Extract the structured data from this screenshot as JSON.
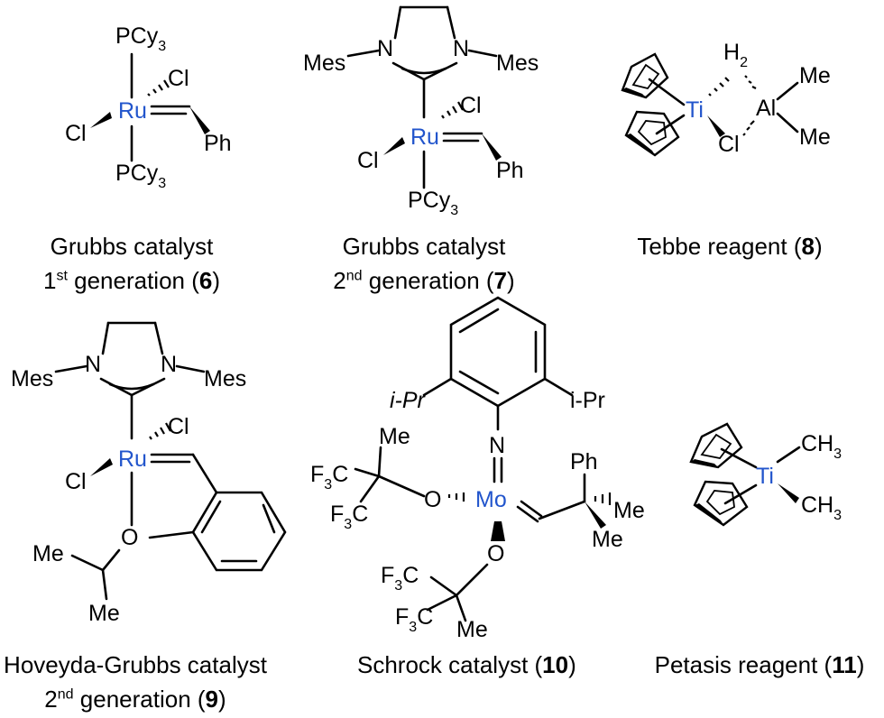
{
  "structures": {
    "grubbs1": {
      "pcy3_top": "PCy",
      "pcy3_sub": "3",
      "cl_a": "Cl",
      "metal": "Ru",
      "cl_b": "Cl",
      "ph": "Ph",
      "pcy3_bottom": "PCy",
      "pcy3_bottom_sub": "3"
    },
    "grubbs2": {
      "n1": "N",
      "n2": "N",
      "mes1": "Mes",
      "mes2": "Mes",
      "metal": "Ru",
      "cl_a": "Cl",
      "cl_b": "Cl",
      "ph": "Ph",
      "pcy3": "PCy",
      "pcy3_sub": "3"
    },
    "tebbe": {
      "h2": "H",
      "h2_sub": "2",
      "metal": "Ti",
      "al": "Al",
      "me1": "Me",
      "me2": "Me",
      "cl": "Cl"
    },
    "hoveyda": {
      "n1": "N",
      "n2": "N",
      "mes1": "Mes",
      "mes2": "Mes",
      "metal": "Ru",
      "cl_a": "Cl",
      "cl_b": "Cl",
      "o": "O",
      "me1": "Me",
      "me2": "Me"
    },
    "schrock": {
      "ipr1": "i-Pr",
      "ipr2": "i-Pr",
      "n": "N",
      "metal": "Mo",
      "o1": "O",
      "o2": "O",
      "me_top": "Me",
      "f3c1": "F",
      "f3c1_sub": "3",
      "f3c1_c": "C",
      "f3c2": "F",
      "f3c2_sub": "3",
      "f3c2_c": "C",
      "f3c3": "F",
      "f3c3_sub": "3",
      "f3c3_c": "C",
      "f3c4": "F",
      "f3c4_sub": "3",
      "f3c4_c": "C",
      "me_bottom": "Me",
      "ph": "Ph",
      "me_r1": "Me",
      "me_r2": "Me"
    },
    "petasis": {
      "metal": "Ti",
      "ch3_1": "CH",
      "ch3_1_sub": "3",
      "ch3_2": "CH",
      "ch3_2_sub": "3"
    }
  },
  "captions": {
    "grubbs1": {
      "line1": "Grubbs catalyst",
      "pre": "1",
      "sup": "st",
      "mid": " generation (",
      "num": "6",
      "post": ")"
    },
    "grubbs2": {
      "line1": "Grubbs catalyst",
      "pre": "2",
      "sup": "nd",
      "mid": " generation (",
      "num": "7",
      "post": ")"
    },
    "tebbe": {
      "line1": "Tebbe reagent (",
      "num": "8",
      "post": ")"
    },
    "hoveyda": {
      "line1": "Hoveyda-Grubbs catalyst",
      "pre": "2",
      "sup": "nd",
      "mid": " generation (",
      "num": "9",
      "post": ")"
    },
    "schrock": {
      "line1": "Schrock catalyst (",
      "num": "10",
      "post": ")"
    },
    "petasis": {
      "line1": "Petasis reagent (",
      "num": "11",
      "post": ")"
    }
  }
}
